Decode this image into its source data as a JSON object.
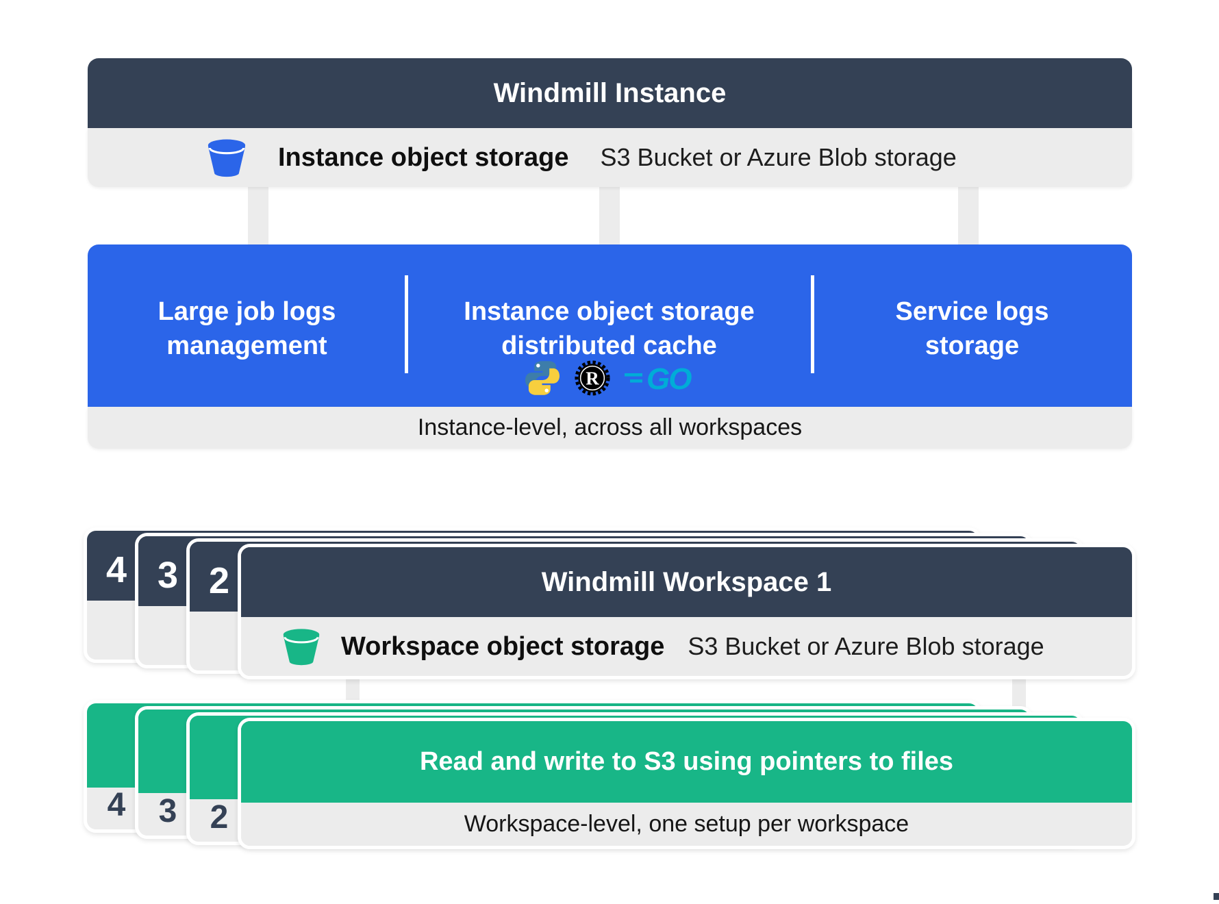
{
  "colors": {
    "navy": "#344155",
    "blue": "#2B65E9",
    "green": "#18B687",
    "panel_gray": "#ECECEC",
    "arrow_gray": "#ECECEC",
    "white": "#FFFFFF",
    "text_dark": "#0f0f0f",
    "python_blue": "#3D7DAA",
    "python_yellow": "#F7CF3E",
    "rust_black": "#000000",
    "go_cyan": "#00ACD7"
  },
  "instance": {
    "title": "Windmill Instance",
    "bucket_icon": "bucket-icon",
    "storage_label": "Instance object storage",
    "storage_sublabel": "S3 Bucket or Azure Blob storage",
    "columns": [
      {
        "lines": [
          "Large job logs",
          "management"
        ]
      },
      {
        "lines": [
          "Instance object storage",
          "distributed cache"
        ],
        "logos": [
          "python-logo",
          "rust-logo",
          "go-logo"
        ]
      },
      {
        "lines": [
          "Service logs",
          "storage"
        ]
      }
    ],
    "caption": "Instance-level, across all workspaces"
  },
  "workspace": {
    "stack_numbers": [
      "4",
      "3",
      "2"
    ],
    "title": "Windmill Workspace 1",
    "bucket_icon": "bucket-icon",
    "storage_label": "Workspace object storage",
    "storage_sublabel": "S3 Bucket or Azure Blob storage"
  },
  "s3_box": {
    "stack_numbers": [
      "4",
      "3",
      "2"
    ],
    "title": "Read and write to S3 using pointers to files",
    "caption": "Workspace-level, one setup per workspace"
  },
  "icons": {
    "go_text": "GO",
    "rust_letter": "R"
  }
}
